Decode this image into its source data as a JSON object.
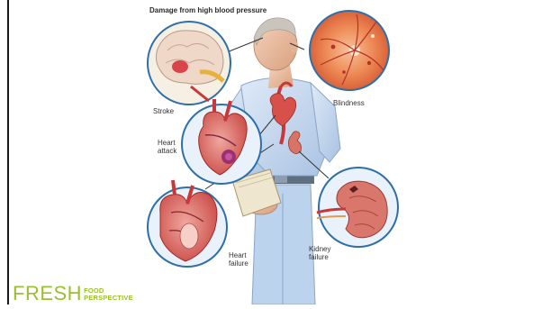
{
  "diagram": {
    "title": "Damage from high blood pressure",
    "labels": {
      "stroke": "Stroke",
      "blindness": "Blindness",
      "heart_attack_line1": "Heart",
      "heart_attack_line2": "attack",
      "heart_failure_line1": "Heart",
      "heart_failure_line2": "failure",
      "kidney_failure_line1": "Kidney",
      "kidney_failure_line2": "failure"
    }
  },
  "branding": {
    "word_large": "FRESH",
    "word_small_top": "FOOD",
    "word_small_bottom": "PERSPECTIVE"
  },
  "colors": {
    "brand_green": "#9bbf2e",
    "inset_border": "#2f6fa8",
    "artery_red": "#c8373a",
    "skin": "#e9b99a"
  }
}
